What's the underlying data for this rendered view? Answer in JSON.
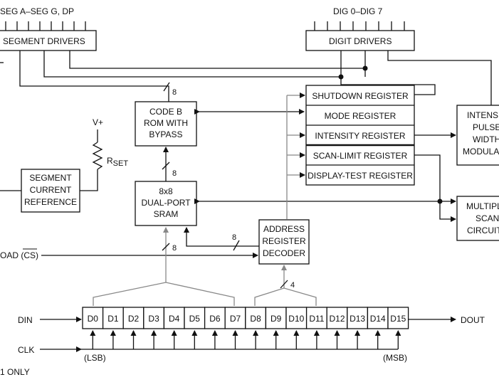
{
  "labels": {
    "seg_bus": "SEG A–SEG G, DP",
    "dig_bus": "DIG 0–DIG 7",
    "segment_drivers": "SEGMENT DRIVERS",
    "digit_drivers": "DIGIT DRIVERS",
    "code_b": [
      "CODE B",
      "ROM WITH",
      "BYPASS"
    ],
    "sram": [
      "8x8",
      "DUAL-PORT",
      "SRAM"
    ],
    "seg_ref": [
      "SEGMENT",
      "CURRENT",
      "REFERENCE"
    ],
    "addr_dec": [
      "ADDRESS",
      "REGISTER",
      "DECODER"
    ],
    "intensity_pwm": [
      "INTENSI",
      "PULSE",
      "WIDTH",
      "MODULA"
    ],
    "mux_scan": [
      "MULTIPL",
      "SCAN",
      "CIRCUIT"
    ],
    "vplus": "V+",
    "rset": "R",
    "rset_sub": "SET",
    "load_cs": "OAD (CS)",
    "din": "DIN",
    "clk": "CLK",
    "dout": "DOUT",
    "lsb": "(LSB)",
    "msb": "(MSB)",
    "footnote": "1 ONLY",
    "bus_8": "8",
    "bus_4": "4"
  },
  "registers": [
    "SHUTDOWN REGISTER",
    "MODE REGISTER",
    "INTENSITY REGISTER",
    "SCAN-LIMIT REGISTER",
    "DISPLAY-TEST REGISTER"
  ],
  "bits": [
    "D0",
    "D1",
    "D2",
    "D3",
    "D4",
    "D5",
    "D6",
    "D7",
    "D8",
    "D9",
    "D10",
    "D11",
    "D12",
    "D13",
    "D14",
    "D15"
  ]
}
